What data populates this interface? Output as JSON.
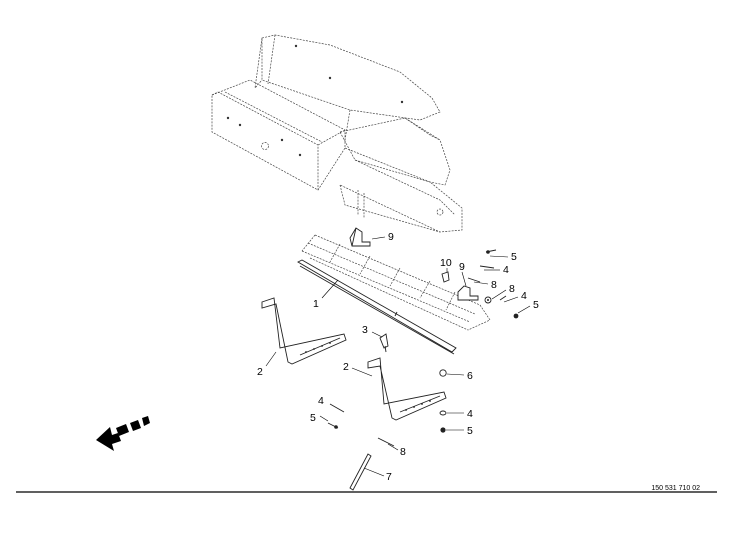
{
  "callouts": [
    "9",
    "5",
    "10",
    "9",
    "4",
    "8",
    "8",
    "4",
    "5",
    "1",
    "3",
    "2",
    "2",
    "6",
    "4",
    "4",
    "5",
    "5",
    "8",
    "7"
  ],
  "reference_number": "150 531 710 02",
  "colors": {
    "line": "#222222",
    "background": "#ffffff"
  },
  "icons": {
    "direction": "direction-arrow-icon"
  }
}
